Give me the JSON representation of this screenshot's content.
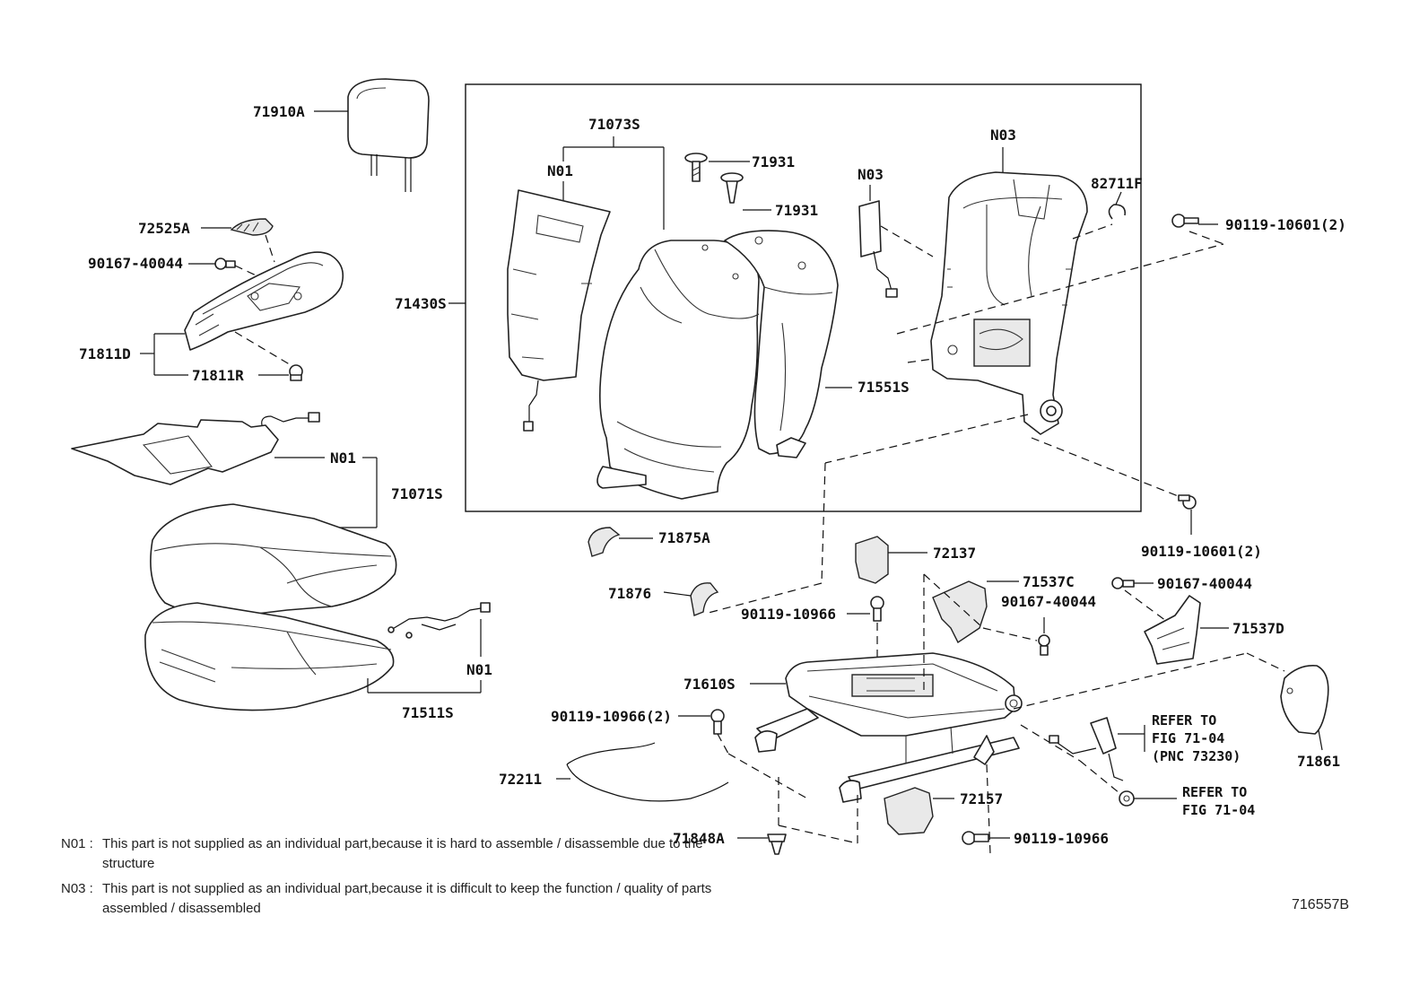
{
  "labels": {
    "p71910A": "71910A",
    "p72525A": "72525A",
    "p90167_40044_left": "90167-40044",
    "p71811D": "71811D",
    "p71811R": "71811R",
    "p71073S": "71073S",
    "pN01_back": "N01",
    "p71931_a": "71931",
    "p71931_b": "71931",
    "p71430S": "71430S",
    "pN03_a": "N03",
    "pN03_b": "N03",
    "p82711F": "82711F",
    "p90119_10601_2_top": "90119-10601(2)",
    "p71551S": "71551S",
    "pN01_cushion_pad": "N01",
    "p71071S": "71071S",
    "pN01_cushion_heater": "N01",
    "p71511S": "71511S",
    "p71875A": "71875A",
    "p71876": "71876",
    "p72137": "72137",
    "p90119_10966_a": "90119-10966",
    "p71537C": "71537C",
    "p90167_40044_right": "90167-40044",
    "p90167_40044_mid": "90167-40044",
    "p71537D": "71537D",
    "p90119_10601_2_bottom": "90119-10601(2)",
    "p71610S": "71610S",
    "p90119_10966_2": "90119-10966(2)",
    "p72211": "72211",
    "p72157": "72157",
    "p90119_10966_b": "90119-10966",
    "p71848A": "71848A",
    "p71861": "71861"
  },
  "refs": {
    "refer_belt_line1": "REFER TO",
    "refer_belt_line2": "FIG 71-04",
    "refer_belt_line3": "(PNC 73230)",
    "refer_bolt_line1": "REFER TO",
    "refer_bolt_line2": "FIG 71-04"
  },
  "notes": [
    {
      "code": "N01 :",
      "text": "This part is not supplied as an individual part,because it is hard to assemble / disassemble due to the structure"
    },
    {
      "code": "N03 :",
      "text": "This part is not supplied as an individual part,because it is difficult to keep the function / quality of parts assembled / disassembled"
    }
  ],
  "figure_id": "716557B"
}
